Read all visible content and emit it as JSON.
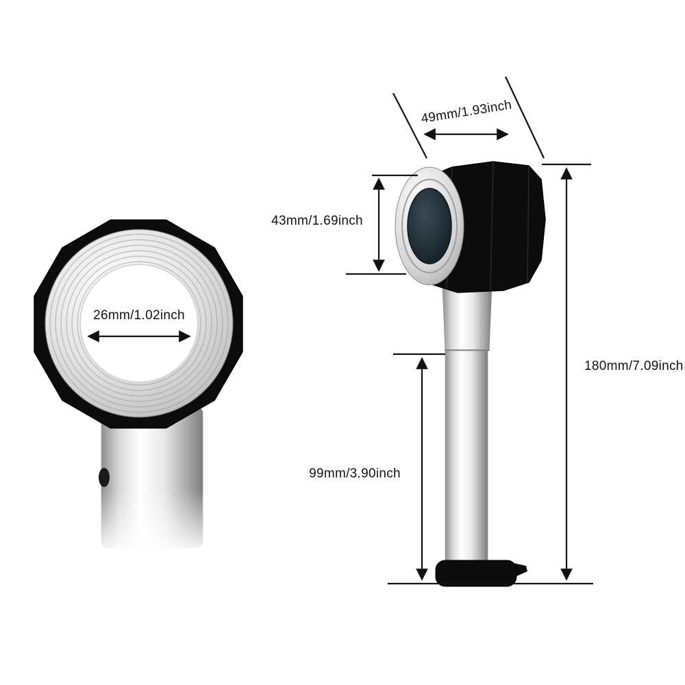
{
  "canvas": {
    "background": "#ffffff"
  },
  "labels": {
    "head_width": "49mm/1.93inch",
    "lens_diameter": "43mm/1.69inch",
    "inner_diameter": "26mm/1.02inch",
    "total_length": "180mm/7.09inch",
    "handle_length": "99mm/3.90inch"
  },
  "colors": {
    "annotation_ink": "#111111",
    "product_black": "#0c0c0c",
    "silver_light": "#ffffff",
    "silver_mid": "#d9d9d9",
    "silver_dark": "#7d7d7d",
    "lens_dark": "#1d2a32"
  }
}
